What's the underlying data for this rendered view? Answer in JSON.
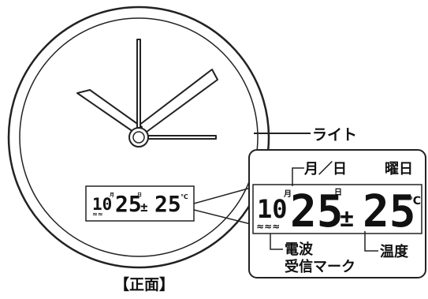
{
  "caption": "【正面】",
  "labels": {
    "light": "ライト",
    "month_day": "月／日",
    "weekday": "曜日",
    "radio": "電波",
    "radio_line2": "受信マーク",
    "temperature": "温度"
  },
  "display": {
    "month": "10",
    "month_unit": "月",
    "day": "25",
    "day_unit": "日",
    "weekday": "±",
    "temp": "25",
    "temp_unit": "℃"
  }
}
